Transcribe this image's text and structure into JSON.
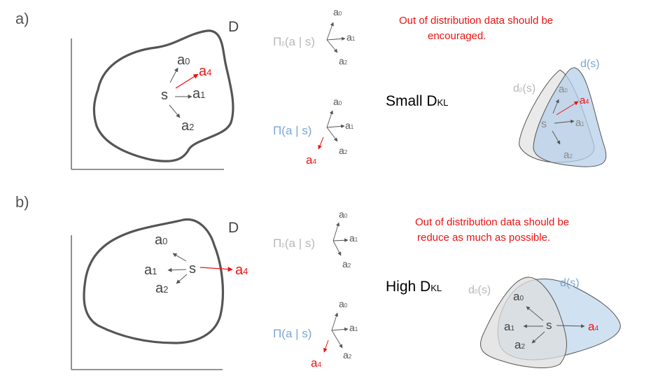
{
  "panel_a": {
    "label": "a)",
    "region_label": "D",
    "state_label": "s",
    "actions": {
      "a0": "a",
      "a1": "a",
      "a2": "a",
      "a4": "a"
    },
    "subscripts": {
      "a0": "0",
      "a1": "1",
      "a2": "2",
      "a4": "4"
    },
    "pi_beta": {
      "symbol": "Π",
      "sub": "β",
      "args": "(a | s)"
    },
    "pi": {
      "symbol": "Π",
      "args": "(a | s)"
    },
    "note_lines": [
      "Out of distribution data should be",
      "encouraged."
    ],
    "kl_prefix": "Small D",
    "kl_sub": "KL",
    "dbeta": {
      "text": "d",
      "sub": "β",
      "args": "(s)"
    },
    "d": "d(s)"
  },
  "panel_b": {
    "label": "b)",
    "region_label": "D",
    "state_label": "s",
    "actions": {
      "a0": "a",
      "a1": "a",
      "a2": "a",
      "a4": "a"
    },
    "subscripts": {
      "a0": "0",
      "a1": "1",
      "a2": "2",
      "a4": "4"
    },
    "pi_beta": {
      "symbol": "Π",
      "sub": "β",
      "args": "(a | s)"
    },
    "pi": {
      "symbol": "Π",
      "args": "(a | s)"
    },
    "note_lines": [
      "Out of distribution data should be",
      "reduce as much as possible."
    ],
    "kl_prefix": "High D",
    "kl_sub": "KL",
    "dbeta": {
      "text": "d",
      "sub": "β",
      "args": "(s)"
    },
    "d": "d(s)"
  },
  "colors": {
    "outline": "#555555",
    "arrow": "#555555",
    "ood": "#ee1111",
    "policy_blue": "#7aa7d6",
    "behavior_gray": "#b8b8b8",
    "blue_fill": "#c9dcf0",
    "gray_fill": "#e4e4e4"
  }
}
